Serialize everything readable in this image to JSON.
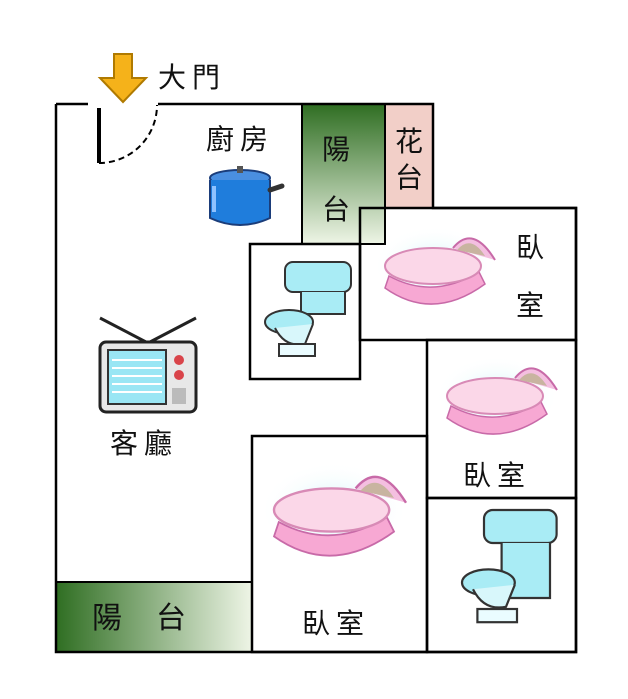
{
  "labels": {
    "main_door": "大門",
    "kitchen": "廚房",
    "living_room": "客廳",
    "balcony_bottom": "陽　台",
    "balcony_top_1": "陽",
    "balcony_top_2": "台",
    "flower_1": "花",
    "flower_2": "台",
    "bedroom_top_1": "臥",
    "bedroom_top_2": "室",
    "bedroom_mid": "臥室",
    "bedroom_big": "臥室"
  },
  "icons": [
    "arrow-down-icon",
    "pot-icon",
    "tv-icon",
    "toilet-icon",
    "crib-icon"
  ],
  "colors": {
    "balcony_green": "#3d7a2c",
    "balcony_light": "#e8f1df",
    "flower_pink": "#f2cfc8",
    "arrow_orange": "#f5b21a",
    "wall": "#000000"
  }
}
